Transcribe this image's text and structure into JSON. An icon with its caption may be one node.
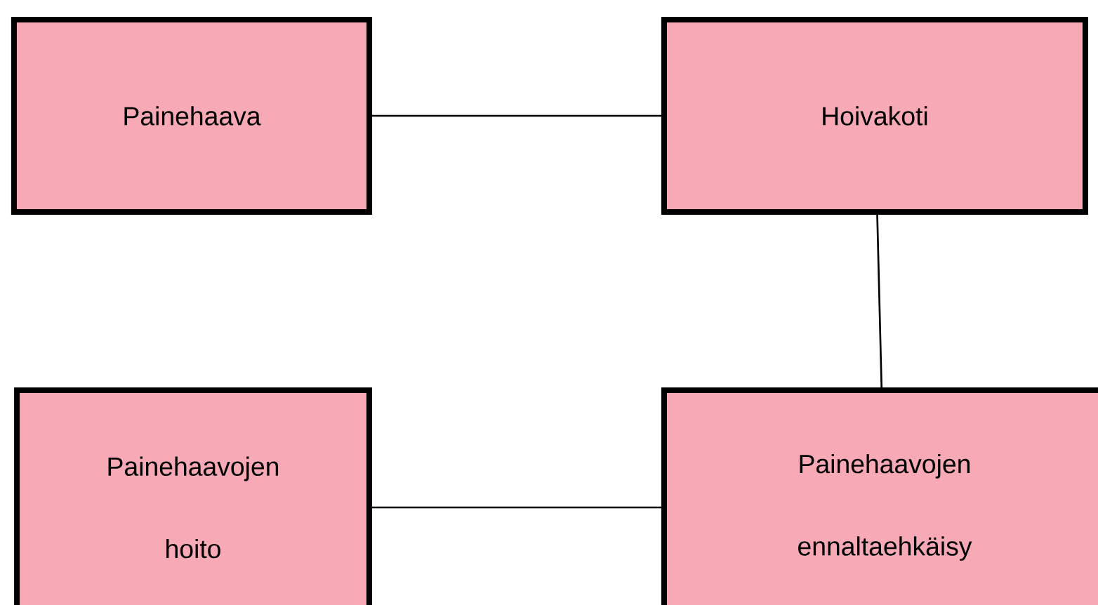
{
  "diagram": {
    "nodes": [
      {
        "text": [
          "Painehaava"
        ]
      },
      {
        "text": [
          "Hoivakoti"
        ]
      },
      {
        "text": [
          "Painehaavojen hoito"
        ]
      },
      {
        "text": [
          "Painehaavojen ennaltaehkäisy"
        ]
      }
    ],
    "edges": [
      {
        "from": 0,
        "to": 1,
        "arrow": "none"
      },
      {
        "from": 1,
        "to": 3,
        "arrow": "none"
      },
      {
        "from": 3,
        "to": 2,
        "arrow": "none"
      }
    ]
  }
}
